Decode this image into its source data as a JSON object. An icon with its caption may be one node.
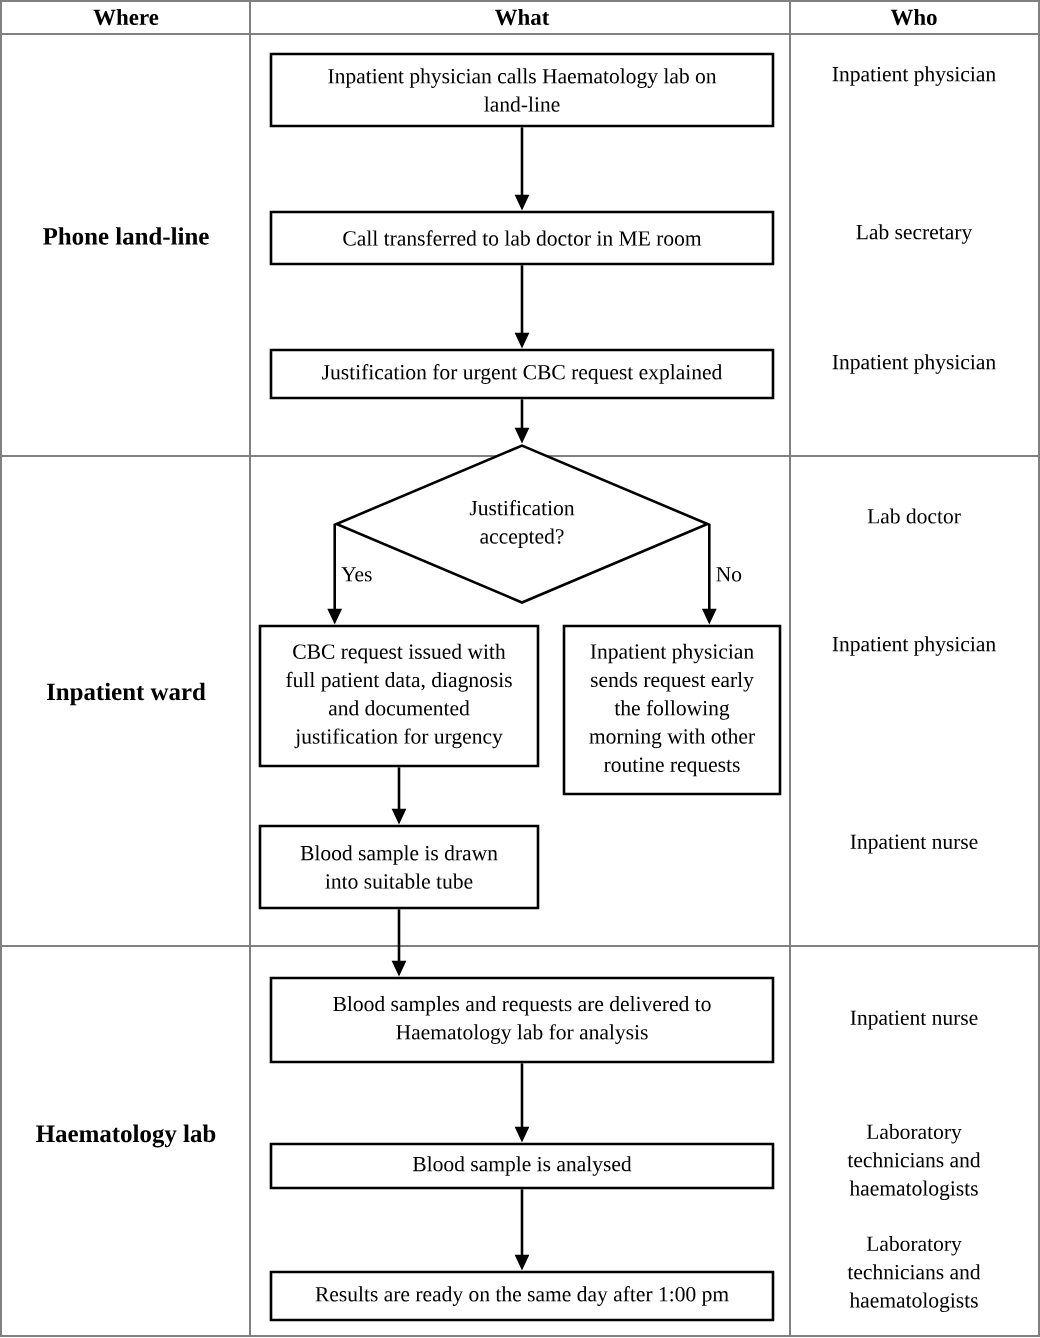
{
  "diagram": {
    "nodes": [
      {
        "text": [
          "Inpatient physician calls Haematology lab on land-line"
        ]
      },
      {
        "text": [
          "Call transferred to lab doctor in ME room"
        ]
      },
      {
        "text": [
          "Justification for urgent CBC request explained"
        ]
      },
      {
        "text": [
          "Justification accepted?"
        ]
      },
      {
        "text": [
          "CBC request issued with full patient data, diagnosis and documented justification for urgency"
        ]
      },
      {
        "text": [
          "Inpatient physician sends request early the following morning with other routine requests"
        ]
      },
      {
        "text": [
          "Blood sample is drawn into suitable tube"
        ]
      },
      {
        "text": [
          "Blood samples and requests are delivered to Haematology lab for analysis"
        ]
      },
      {
        "text": [
          "Blood sample is analysed"
        ]
      },
      {
        "text": [
          "Results are ready on the same day after 1:00 pm"
        ]
      }
    ],
    "edges": [
      {
        "from": 0,
        "to": 1,
        "arrow": "to"
      },
      {
        "from": 1,
        "to": 2,
        "arrow": "to"
      },
      {
        "from": 2,
        "to": 3,
        "arrow": "to"
      },
      {
        "from": 3,
        "to": 4,
        "arrow": "to",
        "label": "Yes"
      },
      {
        "from": 3,
        "to": 5,
        "arrow": "to",
        "label": "No"
      },
      {
        "from": 4,
        "to": 6,
        "arrow": "to"
      },
      {
        "from": 6,
        "to": 7,
        "arrow": "to"
      },
      {
        "from": 7,
        "to": 8,
        "arrow": "to"
      },
      {
        "from": 8,
        "to": 9,
        "arrow": "to"
      }
    ],
    "labels": [
      "Where",
      "What",
      "Who",
      "Phone land-line",
      "Inpatient physician",
      "Lab secretary",
      "Inpatient physician",
      "Inpatient ward",
      "Lab doctor",
      "Inpatient physician",
      "Inpatient nurse",
      "Haematology lab",
      "Inpatient nurse",
      "Laboratory technicians and haematologists",
      "Laboratory technicians and haematologists"
    ]
  }
}
